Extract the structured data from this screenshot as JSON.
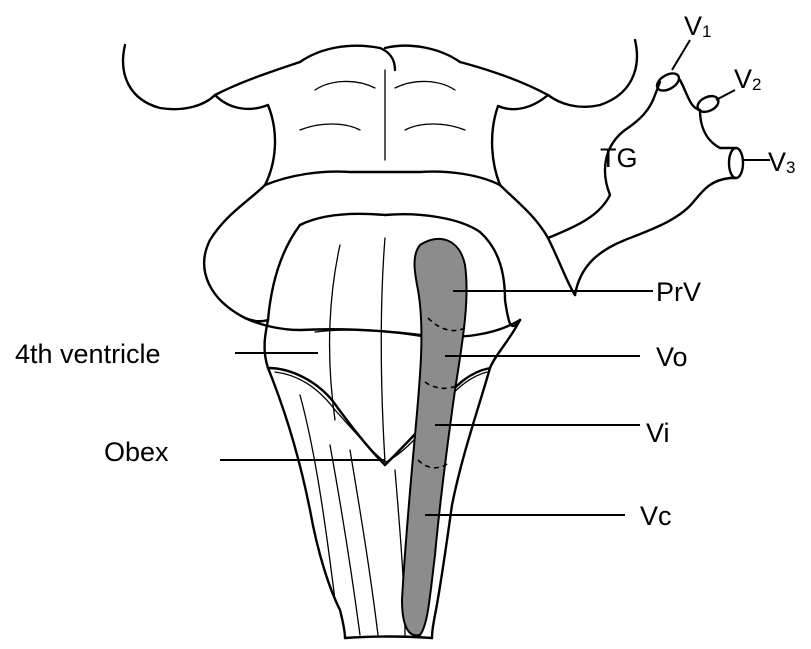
{
  "labels": {
    "v1_base": "V",
    "v1_sub": "1",
    "v2_base": "V",
    "v2_sub": "2",
    "v3_base": "V",
    "v3_sub": "3",
    "tg": "TG",
    "prv": "PrV",
    "vo": "Vo",
    "vi": "Vi",
    "vc": "Vc",
    "ventricle": "4th ventricle",
    "obex": "Obex"
  },
  "colors": {
    "nucleus_fill": "#8c8c8c",
    "line": "#000000",
    "background": "#ffffff"
  }
}
